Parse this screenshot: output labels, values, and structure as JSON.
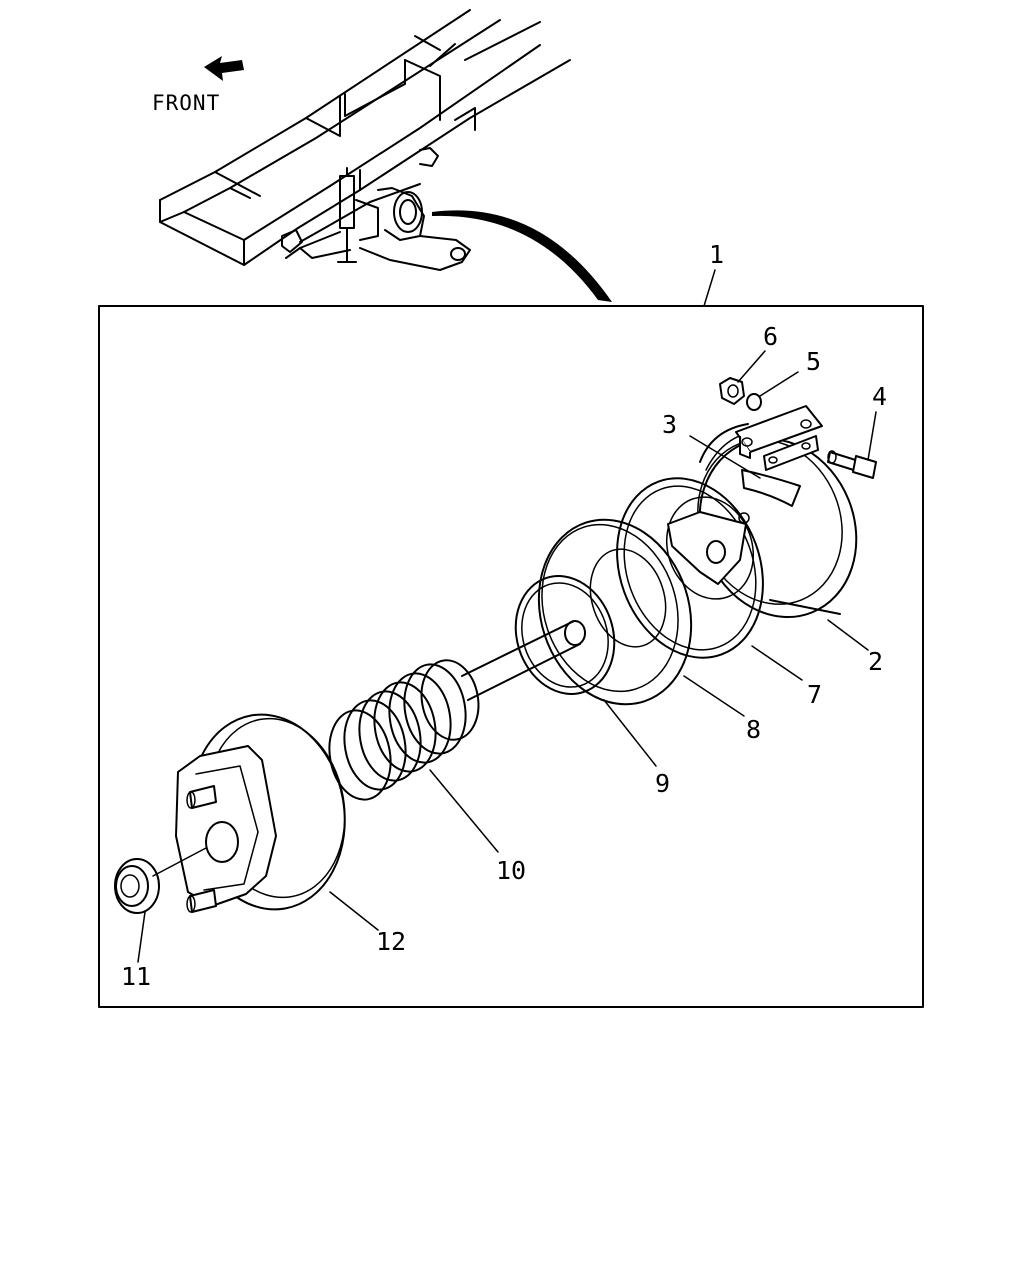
{
  "header": {
    "front_label": "FRONT"
  },
  "callouts": {
    "c1": "1",
    "c2": "2",
    "c3": "3",
    "c4": "4",
    "c5": "5",
    "c6": "6",
    "c7": "7",
    "c8": "8",
    "c9": "9",
    "c10": "10",
    "c11": "11",
    "c12": "12"
  },
  "icons": {
    "direction": "front-arrow-icon"
  }
}
